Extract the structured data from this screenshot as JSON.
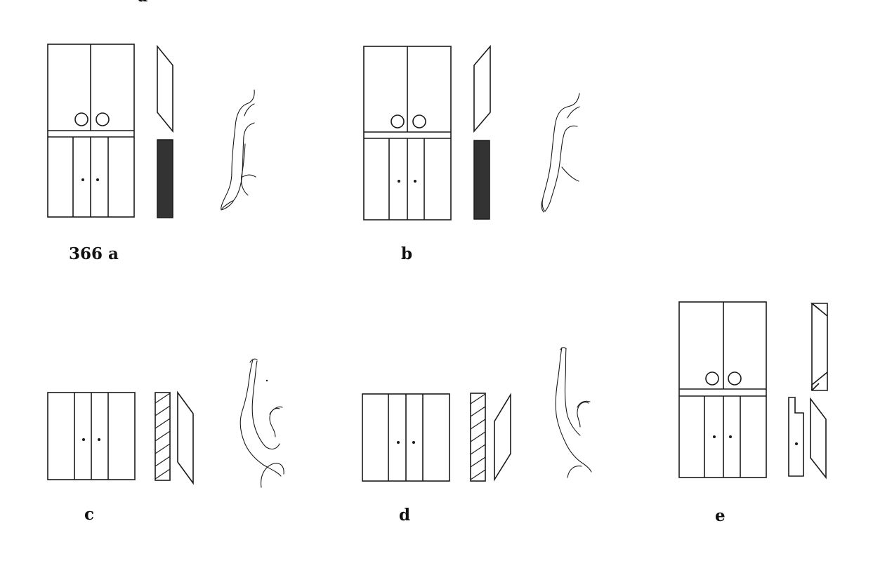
{
  "figure": {
    "top_fragment": "a",
    "labels": {
      "a": "366 a",
      "b": "b",
      "c": "c",
      "d": "d",
      "e": "e"
    }
  }
}
